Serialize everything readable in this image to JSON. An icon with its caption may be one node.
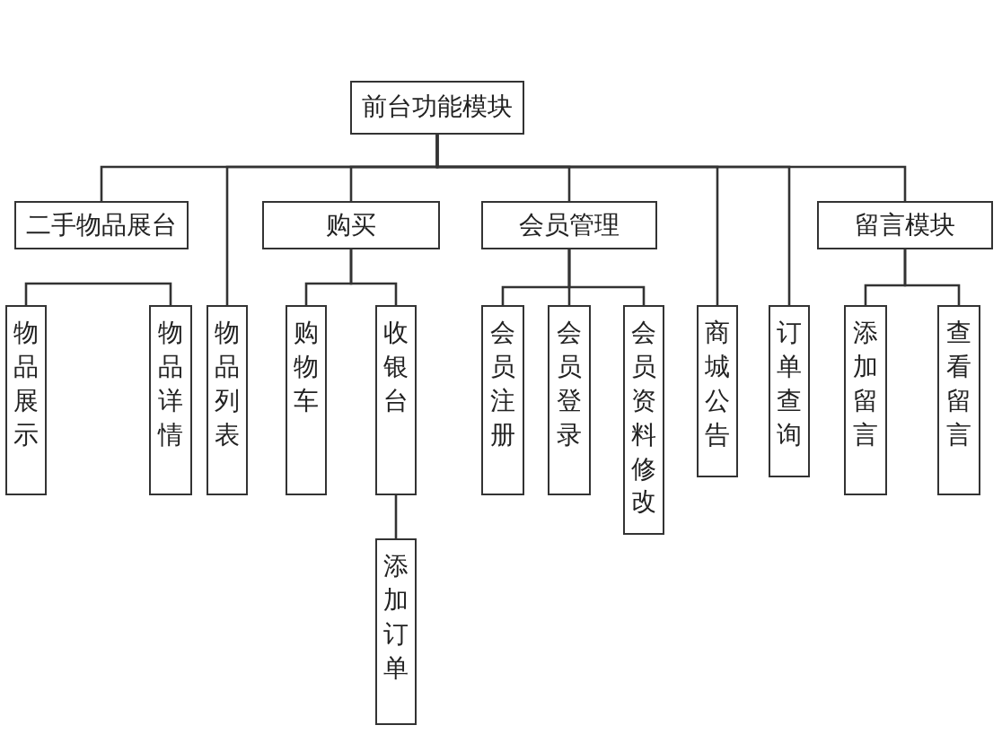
{
  "diagram": {
    "nodes": [
      {
        "text": [
          "前台功能模块"
        ]
      },
      {
        "text": [
          "二手物品展台"
        ]
      },
      {
        "text": [
          "物品展示"
        ]
      },
      {
        "text": [
          "物品详情"
        ]
      },
      {
        "text": [
          "物品列表"
        ]
      },
      {
        "text": [
          "购买"
        ]
      },
      {
        "text": [
          "购物车"
        ]
      },
      {
        "text": [
          "收银台"
        ]
      },
      {
        "text": [
          "添加订单"
        ]
      },
      {
        "text": [
          "会员管理"
        ]
      },
      {
        "text": [
          "会员注册"
        ]
      },
      {
        "text": [
          "会员登录"
        ]
      },
      {
        "text": [
          "会员资料修改"
        ]
      },
      {
        "text": [
          "商城公告"
        ]
      },
      {
        "text": [
          "订单查询"
        ]
      },
      {
        "text": [
          "留言模块"
        ]
      },
      {
        "text": [
          "添加留言"
        ]
      },
      {
        "text": [
          "查看留言"
        ]
      }
    ],
    "edges": [
      {
        "from": 0,
        "to": 1,
        "arrow": "none"
      },
      {
        "from": 0,
        "to": 4,
        "arrow": "none"
      },
      {
        "from": 0,
        "to": 5,
        "arrow": "none"
      },
      {
        "from": 0,
        "to": 9,
        "arrow": "none"
      },
      {
        "from": 0,
        "to": 13,
        "arrow": "none"
      },
      {
        "from": 0,
        "to": 14,
        "arrow": "none"
      },
      {
        "from": 0,
        "to": 15,
        "arrow": "none"
      },
      {
        "from": 2,
        "to": 3,
        "arrow": "none"
      },
      {
        "from": 5,
        "to": 6,
        "arrow": "none"
      },
      {
        "from": 5,
        "to": 7,
        "arrow": "none"
      },
      {
        "from": 7,
        "to": 8,
        "arrow": "none"
      },
      {
        "from": 9,
        "to": 10,
        "arrow": "none"
      },
      {
        "from": 9,
        "to": 11,
        "arrow": "none"
      },
      {
        "from": 9,
        "to": 12,
        "arrow": "none"
      },
      {
        "from": 15,
        "to": 16,
        "arrow": "none"
      },
      {
        "from": 15,
        "to": 17,
        "arrow": "none"
      }
    ]
  }
}
